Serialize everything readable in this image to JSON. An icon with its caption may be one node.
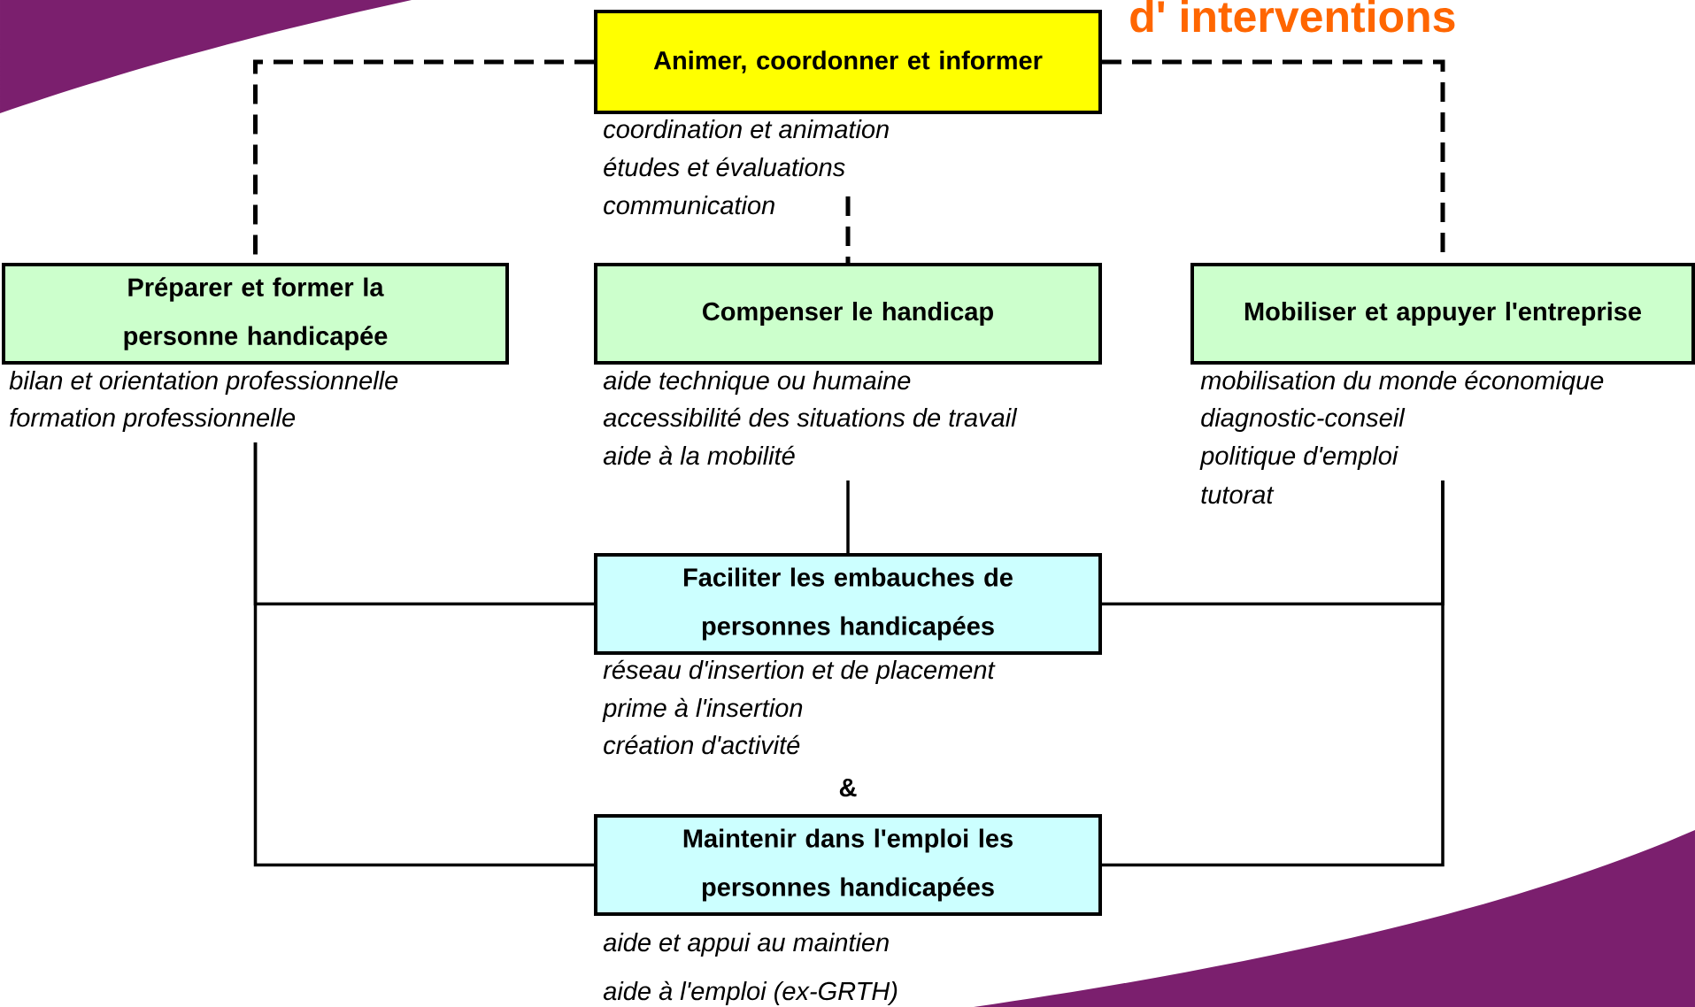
{
  "diagram": {
    "title": "d' interventions",
    "nodes": [
      {
        "text": [
          "Animer, coordonner et informer"
        ],
        "beside": [
          "coordination et animation",
          "études et évaluations",
          "communication"
        ]
      },
      {
        "text": [
          "Préparer et former la personne handicapée"
        ],
        "beside": [
          "bilan et orientation professionnelle",
          "formation professionnelle"
        ]
      },
      {
        "text": [
          "Compenser le handicap"
        ],
        "beside": [
          "aide technique ou humaine",
          "accessibilité des situations de travail",
          "aide à la mobilité"
        ]
      },
      {
        "text": [
          "Mobiliser et appuyer l'entreprise"
        ],
        "beside": [
          "mobilisation du monde économique",
          "diagnostic-conseil",
          "politique d'emploi",
          "tutorat"
        ]
      },
      {
        "text": [
          "Faciliter les embauches de personnes handicapées"
        ],
        "beside": [
          "réseau d'insertion et de placement",
          "prime à l'insertion",
          "création d'activité"
        ]
      },
      {
        "text": [
          "Maintenir dans l'emploi les personnes handicapées"
        ],
        "beside": [
          "aide et appui au maintien",
          "aide à l'emploi (ex-GRTH)"
        ]
      }
    ],
    "edges": [
      {
        "from": 0,
        "to": 1,
        "arrow": "none",
        "style": "dashed"
      },
      {
        "from": 0,
        "to": 2,
        "arrow": "none",
        "style": "dashed"
      },
      {
        "from": 0,
        "to": 3,
        "arrow": "none",
        "style": "dashed"
      },
      {
        "from": 1,
        "to": 4,
        "arrow": "none"
      },
      {
        "from": 1,
        "to": 5,
        "arrow": "none"
      },
      {
        "from": 2,
        "to": 4,
        "arrow": "none"
      },
      {
        "from": 3,
        "to": 4,
        "arrow": "none"
      },
      {
        "from": 3,
        "to": 5,
        "arrow": "none"
      }
    ],
    "labels": [
      "&"
    ]
  }
}
